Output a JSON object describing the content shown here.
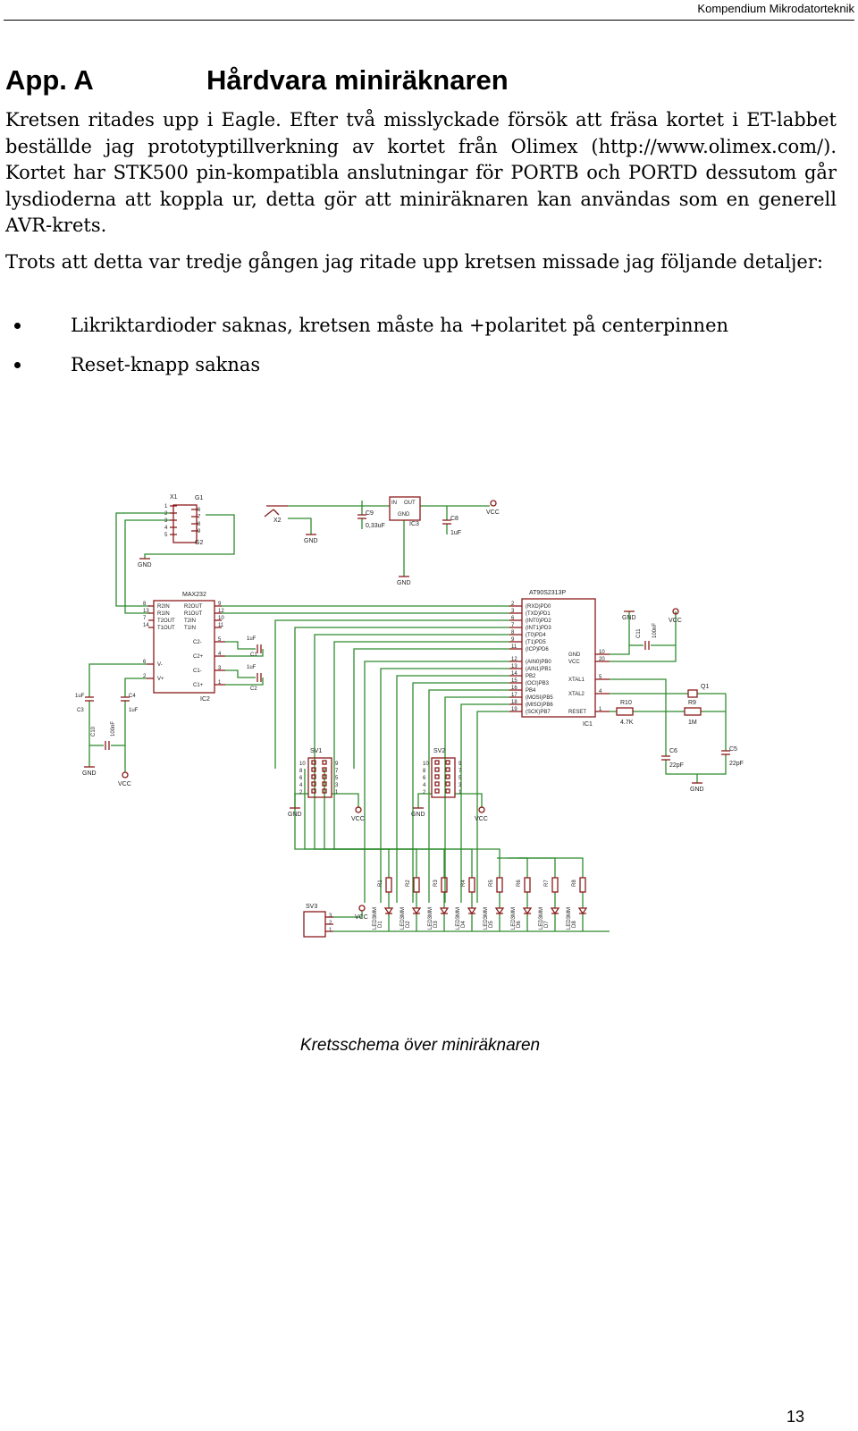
{
  "header": {
    "running_title": "Kompendium Mikrodatorteknik"
  },
  "heading": {
    "appendix": "App. A",
    "title": "Hårdvara miniräknaren"
  },
  "paragraphs": [
    "Kretsen ritades upp i Eagle. Efter två misslyckade försök att fräsa kortet i ET-labbet beställde jag prototyptillverkning av kortet från Olimex (http://www.olimex.com/). Kortet har STK500 pin-kompatibla anslutningar för PORTB och PORTD dessutom går lysdioderna att koppla ur, detta gör att miniräknaren kan användas som en generell AVR-krets.",
    "Trots att detta var tredje gången jag ritade upp kretsen missade jag följande detaljer:"
  ],
  "bullets": [
    "Likriktardioder saknas, kretsen måste ha +polaritet på centerpinnen",
    "Reset-knapp saknas"
  ],
  "schematic": {
    "colors": {
      "wire": "#2e8b2e",
      "part": "#8b1a1a",
      "text": "#222222"
    },
    "labels": {
      "x1": "X1",
      "g1": "G1",
      "g2": "G2",
      "x2": "X2",
      "c9": "C9",
      "c9v": "0,33uF",
      "ic3": "IC3",
      "ic3_in": "IN",
      "ic3_out": "OUT",
      "ic3_gnd": "GND",
      "c8": "C8",
      "c8v": "1uF",
      "vcc": "VCC",
      "gnd": "GND",
      "max232": "MAX232",
      "ic2": "IC2",
      "at90": "AT90S2313P",
      "ic1": "IC1",
      "c11": "C11",
      "c11v": "100nF",
      "q1": "Q1",
      "r10": "R10",
      "r10v": "4.7K",
      "r9": "R9",
      "r9v": "1M",
      "c6": "C6",
      "c6v": "22pF",
      "c5": "C5",
      "c5v": "22pF",
      "c1": "C1",
      "c1v": "1uF",
      "c2": "C2",
      "c2v": "1uF",
      "c3": "C3",
      "c3v": "1uF",
      "c4": "C4",
      "c4v": "1uF",
      "c10": "C10",
      "c10v": "100nF",
      "sv1": "SV1",
      "sv2": "SV2",
      "sv3": "SV3",
      "led": "LED3MM"
    },
    "max232_left": [
      "R2IN",
      "R1IN",
      "T2OUT",
      "T1OUT"
    ],
    "max232_left_pins": [
      "8",
      "13",
      "7",
      "14"
    ],
    "max232_right": [
      "R2OUT",
      "R1OUT",
      "T2IN",
      "T1IN"
    ],
    "max232_right_pins": [
      "9",
      "12",
      "10",
      "11"
    ],
    "max232_caps": [
      "C2-",
      "C2+",
      "C1-",
      "C1+"
    ],
    "max232_cap_pins": [
      "5",
      "4",
      "3",
      "1"
    ],
    "max232_power": [
      "V-",
      "V+"
    ],
    "max232_power_pins": [
      "6",
      "2"
    ],
    "avr_left": [
      "(RXD)PD0",
      "(TXD)PD1",
      "(INT0)PD2",
      "(INT1)PD3",
      "(T0)PD4",
      "(T1)PD5",
      "(ICP)PD6",
      "(AIN0)PB0",
      "(AIN1)PB1",
      "PB2",
      "(OCI)PB3",
      "PB4",
      "(MOSI)PB5",
      "(MISO)PB6",
      "(SCK)PB7"
    ],
    "avr_left_pins": [
      "2",
      "3",
      "6",
      "7",
      "8",
      "9",
      "11",
      "12",
      "13",
      "14",
      "15",
      "16",
      "17",
      "18",
      "19"
    ],
    "avr_right": [
      "GND",
      "VCC",
      "XTAL1",
      "XTAL2",
      "RESET"
    ],
    "avr_right_pins": [
      "10",
      "20",
      "5",
      "4",
      "1"
    ],
    "sv_pins": [
      "10",
      "8",
      "6",
      "4",
      "2"
    ],
    "sv_pins_r": [
      "9",
      "7",
      "5",
      "3",
      "1"
    ],
    "sv3_pins": [
      "3",
      "2",
      "1"
    ],
    "x1_pins": [
      "1",
      "2",
      "3",
      "4",
      "5"
    ],
    "x1_pins_r": [
      "6",
      "7",
      "8",
      "9"
    ],
    "resistors": [
      "R1",
      "R2",
      "R3",
      "R4",
      "R5",
      "R6",
      "R7",
      "R8"
    ],
    "leds": [
      "D1",
      "D2",
      "D3",
      "D4",
      "D5",
      "D6",
      "D7",
      "D8"
    ]
  },
  "caption": "Kretsschema över miniräknaren",
  "page_number": "13"
}
